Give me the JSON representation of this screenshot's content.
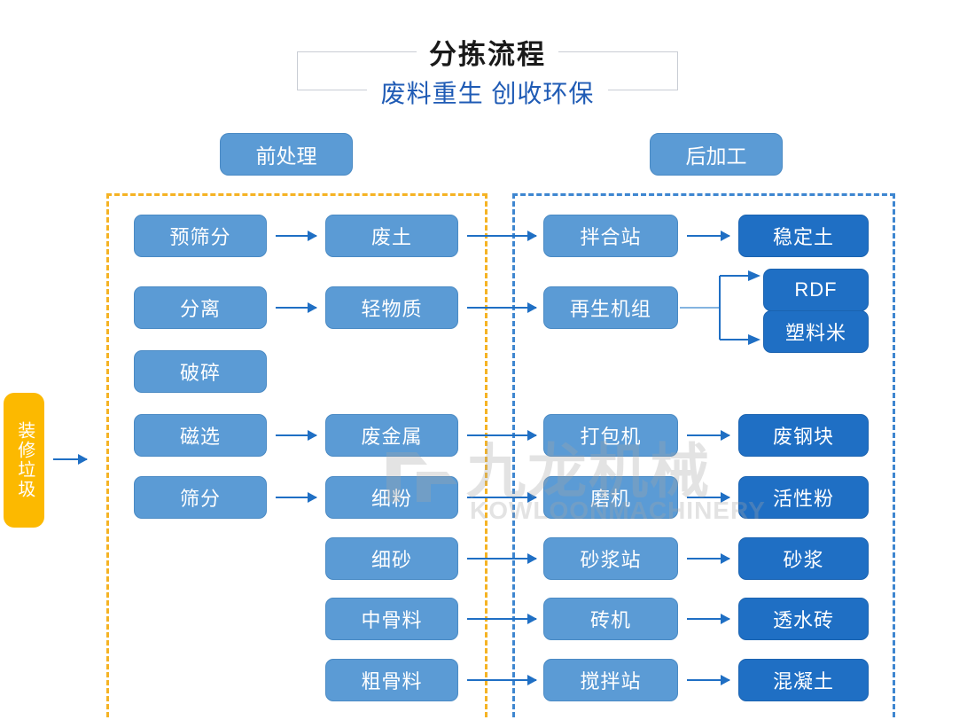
{
  "header": {
    "title": "分拣流程",
    "subtitle": "废料重生 创收环保"
  },
  "sections": {
    "pre_label": "前处理",
    "post_label": "后加工"
  },
  "input": {
    "label": "装修垃圾"
  },
  "colors": {
    "process_box": "#5b9bd5",
    "output_box": "#1f6fc4",
    "input_box": "#fcb900",
    "pre_zone_border": "#f5b324",
    "post_zone_border": "#3e86d0",
    "arrow": "#1f6fc4",
    "title": "#1a1a1a",
    "subtitle": "#1f5bb5"
  },
  "nodes": {
    "pre_process": [
      {
        "label": "预筛分"
      },
      {
        "label": "分离"
      },
      {
        "label": "破碎"
      },
      {
        "label": "磁选"
      },
      {
        "label": "筛分"
      }
    ],
    "materials": [
      {
        "label": "废土"
      },
      {
        "label": "轻物质"
      },
      {
        "label": "废金属"
      },
      {
        "label": "细粉"
      },
      {
        "label": "细砂"
      },
      {
        "label": "中骨料"
      },
      {
        "label": "粗骨料"
      }
    ],
    "post_process": [
      {
        "label": "拌合站"
      },
      {
        "label": "再生机组"
      },
      {
        "label": "打包机"
      },
      {
        "label": "磨机"
      },
      {
        "label": "砂浆站"
      },
      {
        "label": "砖机"
      },
      {
        "label": "搅拌站"
      }
    ],
    "products": [
      {
        "label": "稳定土"
      },
      {
        "label": "RDF"
      },
      {
        "label": "塑料米"
      },
      {
        "label": "废钢块"
      },
      {
        "label": "活性粉"
      },
      {
        "label": "砂浆"
      },
      {
        "label": "透水砖"
      },
      {
        "label": "混凝土"
      }
    ]
  },
  "watermark": {
    "cn": "九龙机械",
    "en": "KOWLOONMACHINERY"
  }
}
